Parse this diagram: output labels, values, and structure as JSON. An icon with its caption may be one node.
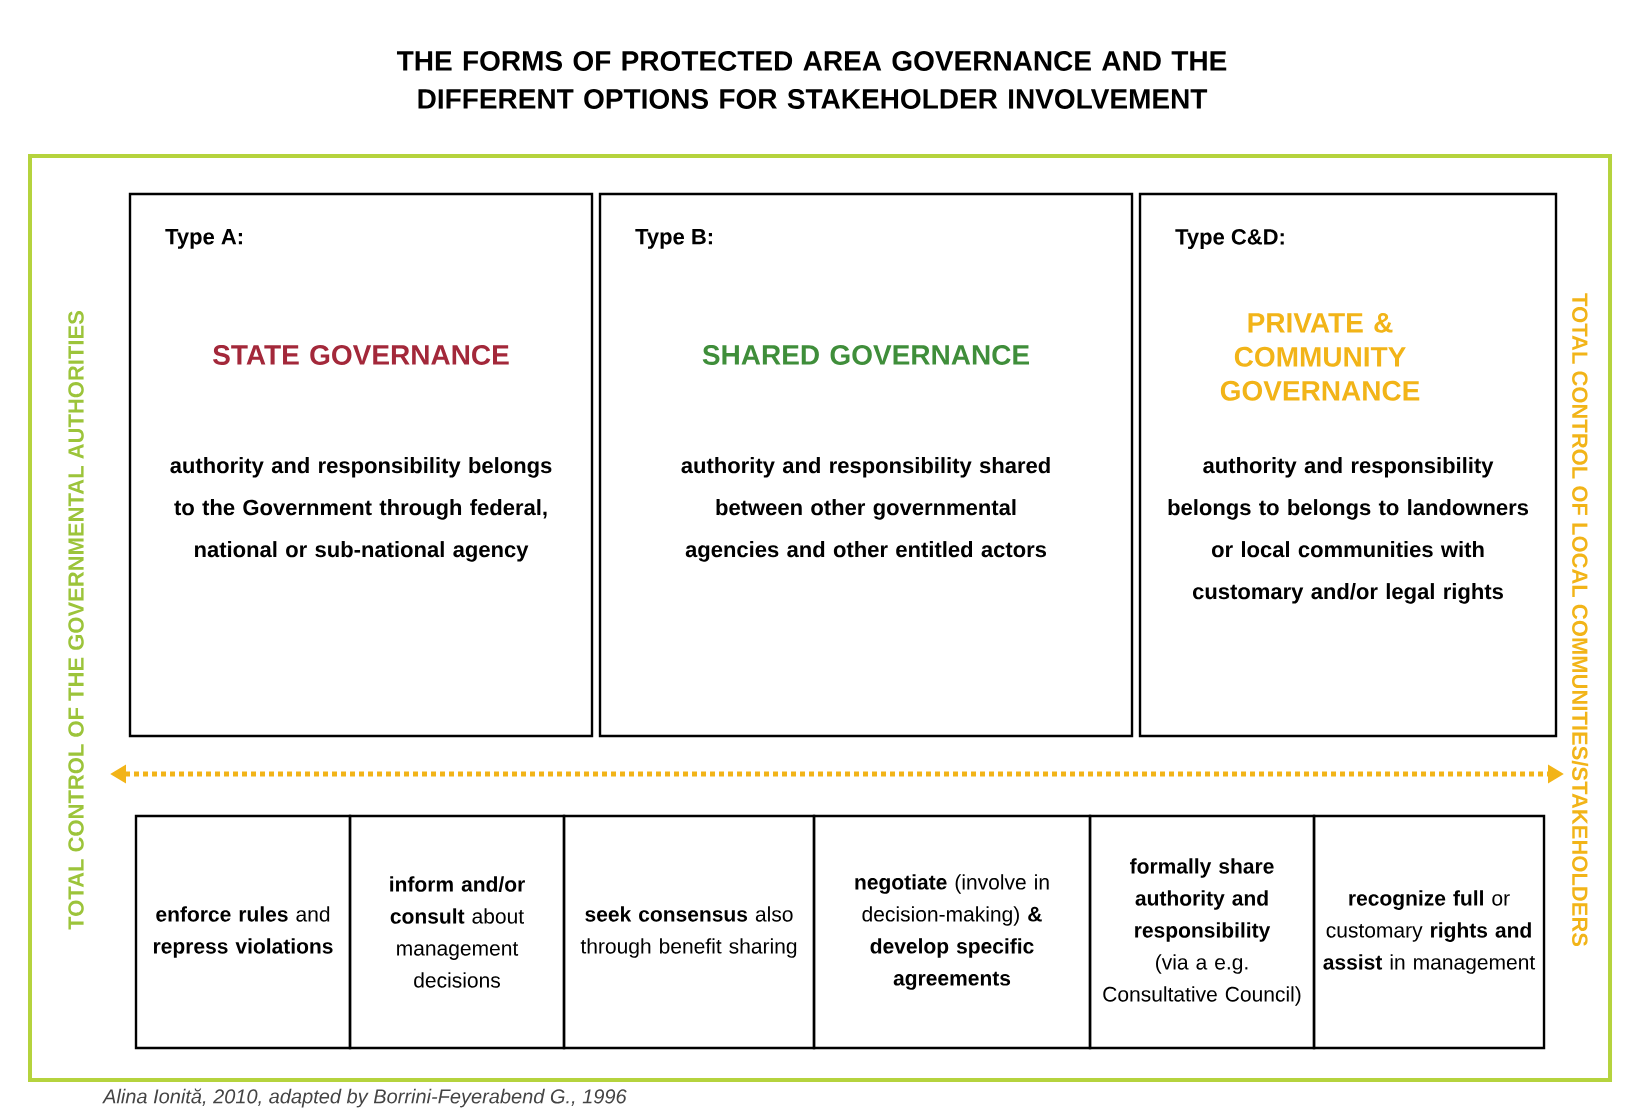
{
  "diagram": {
    "title": "THE FORMS OF PROTECTED AREA GOVERNANCE AND THE DIFFERENT OPTIONS FOR STAKEHOLDER INVOLVEMENT",
    "caption": "Alina Ionită, 2010, adapted by Borrini-Feyerabend G., 1996",
    "nodes": [
      {
        "text": [
          "Type A:",
          "STATE GOVERNANCE",
          "authority and  responsibility belongs to the Government through federal, national or sub-national agency"
        ]
      },
      {
        "text": [
          "Type B:",
          "SHARED GOVERNANCE",
          "authority and responsibility shared between other governmental agencies and other entitled actors"
        ]
      },
      {
        "text": [
          "Type C&D:",
          "PRIVATE & COMMUNITY GOVERNANCE",
          "authority and  responsibility belongs to belongs to landowners or local communities with customary and/or legal rights"
        ]
      },
      {
        "text": [
          "**enforce rules** and **repress violations**"
        ]
      },
      {
        "text": [
          "**inform and/or consult** about management decisions"
        ]
      },
      {
        "text": [
          "**seek consensus** also through benefit sharing"
        ]
      },
      {
        "text": [
          "**negotiate** (involve in decision-making) **& develop specific agreements**"
        ]
      },
      {
        "text": [
          "**formally share authority and responsibility** (via a e.g. Consultative Council)"
        ]
      },
      {
        "text": [
          "**recognize full** or customary **rights and assist** in management"
        ]
      }
    ],
    "labels": [
      "TOTAL CONTROL OF THE GOVERNMENTAL AUTHORITIES",
      "TOTAL CONTROL OF LOCAL COMMUNITIES/STAKEHOLDERS"
    ]
  }
}
